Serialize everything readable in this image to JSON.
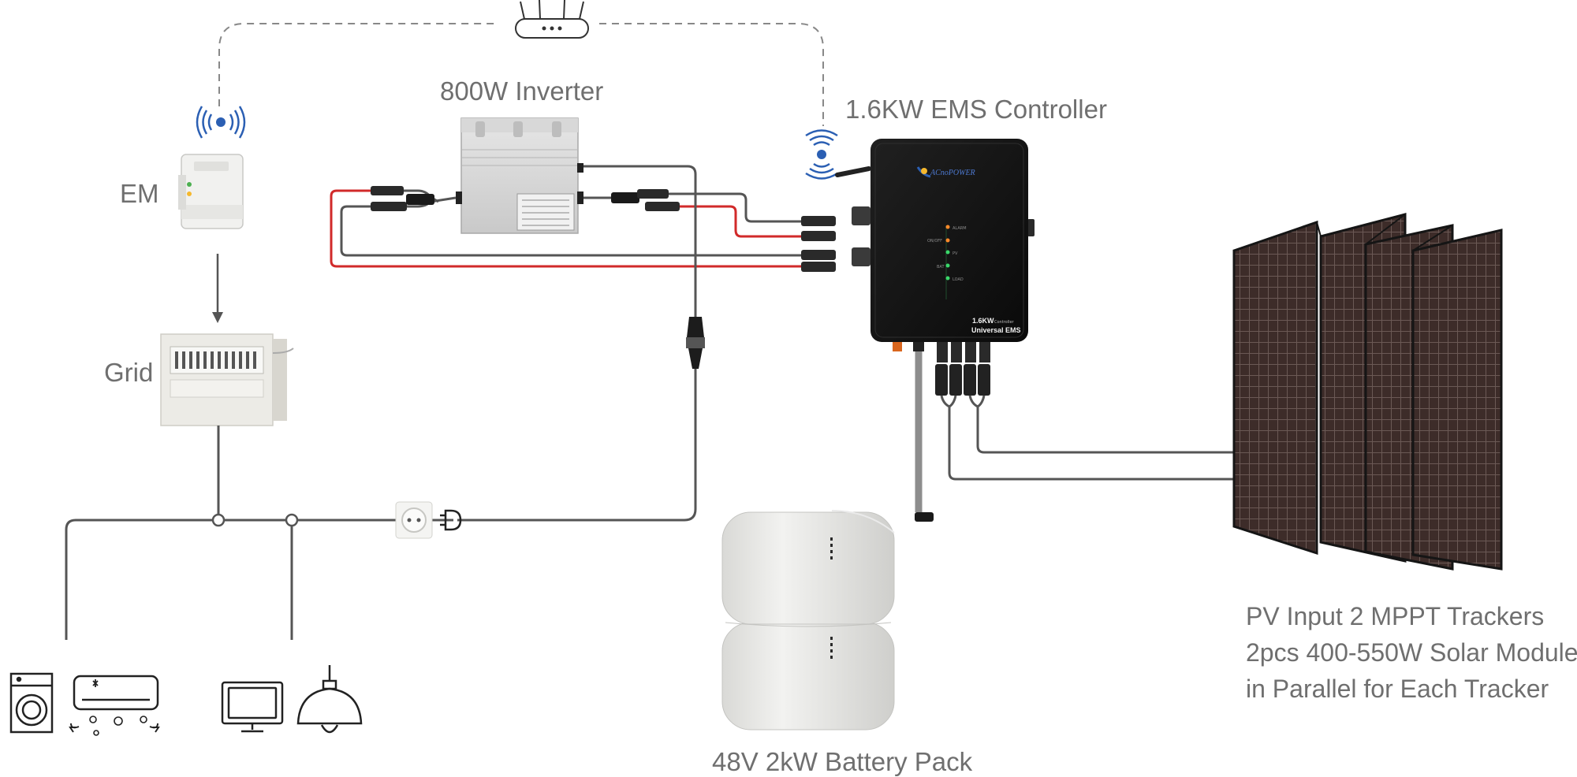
{
  "labels": {
    "inverter": "800W Inverter",
    "ems_controller": "1.6KW EMS Controller",
    "em": "EM",
    "grid": "Grid",
    "battery": "48V 2kW Battery Pack",
    "pv_line1": "PV Input 2 MPPT Trackers",
    "pv_line2": "2pcs 400-550W Solar Module",
    "pv_line3": "in Parallel for Each Tracker"
  },
  "controller_panel": {
    "brand": "ACnoPOWER",
    "power": "1.6KW",
    "power_sub": "Controller",
    "model": "Universal EMS",
    "indicators": [
      "ALARM",
      "PV",
      "BAT",
      "LOAD"
    ],
    "side_tag": "ON/OFF"
  },
  "colors": {
    "wire": "#555555",
    "dc_positive": "#d12a2a",
    "wireless": "#2b5fb3",
    "label": "#6f6f6f",
    "solar_panel": "#3a2a28"
  },
  "icons": [
    "router-icon",
    "wifi-icon",
    "socket-icon",
    "plug-icon",
    "washing-machine-icon",
    "air-conditioner-icon",
    "monitor-icon",
    "lamp-icon"
  ]
}
